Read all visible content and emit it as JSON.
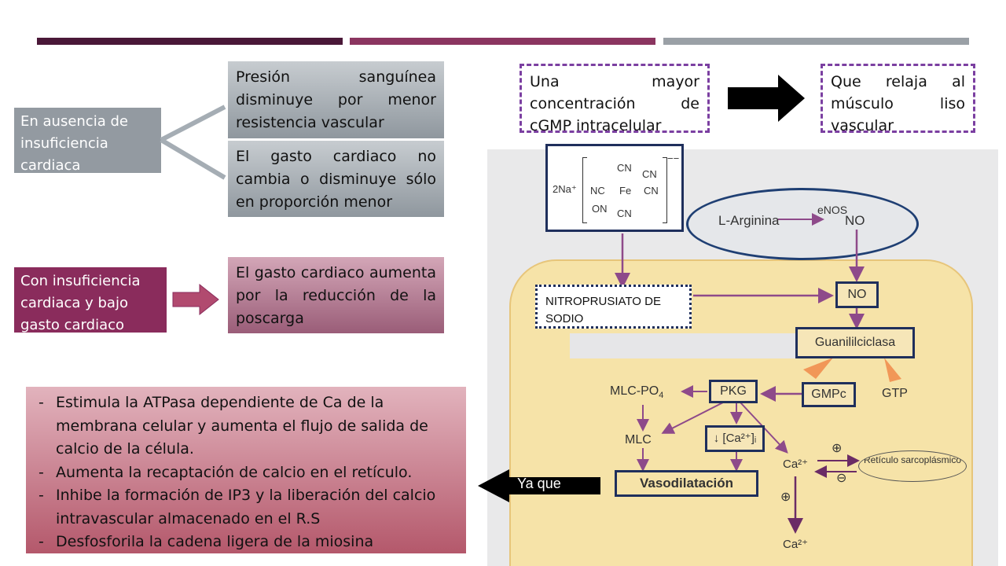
{
  "colors": {
    "bar_left": "#4a1838",
    "bar_mid": "#8b3560",
    "bar_right": "#9aa0a6",
    "grey_box": "#a9b0b6",
    "label_grey": "#939aa1",
    "label_maroon": "#8a2c5c",
    "dashed_border": "#7b3fa1",
    "navy_border": "#1f2f5c",
    "cell_fill": "#f6e3a8",
    "arrow_purple": "#8e4a8a"
  },
  "left": {
    "absence_label": "En ausencia de insuficiencia cardiaca",
    "pressure_box": "Presión sanguínea disminuye por menor resistencia vascular",
    "output_box": "El gasto cardiaco no cambia o disminuye sólo en proporción menor",
    "failure_label": "Con insuficiencia cardiaca y bajo gasto cardiaco",
    "increase_box": "El gasto cardiaco aumenta por la reducción de la poscarga",
    "mechanisms": [
      "Estimula la ATPasa dependiente de Ca de la membrana celular y aumenta el flujo de salida de calcio de la célula.",
      "Aumenta la recaptación de calcio en el retículo.",
      "Inhibe la formación de IP3 y la liberación del calcio intravascular almacenado en el R.S",
      "Desfosforila la cadena ligera de la miosina"
    ]
  },
  "top": {
    "cgmp_box": "Una mayor concentración de cGMP intracelular",
    "relax_box": "Que relaja al músculo liso vascular"
  },
  "diagram": {
    "formula_cn_top1": "CN",
    "formula_cn_top2": "CN",
    "formula_na": "2Na⁺",
    "formula_nc": "NC",
    "formula_fe": "Fe",
    "formula_cn_right": "CN",
    "formula_on": "ON",
    "formula_cn_bottom": "CN",
    "formula_charge": "−−",
    "l_arginina": "L-Arginina",
    "enos": "eNOS",
    "no_top": "NO",
    "nitroprusiato": "NITROPRUSIATO DE SODIO",
    "no_box": "NO",
    "guanilil": "Guanililciclasa",
    "mlc_po4": "MLC-PO",
    "mlc_po4_sub": "4",
    "pkg": "PKG",
    "gmpc": "GMPc",
    "gtp": "GTP",
    "mlc": "MLC",
    "ca_box": "↓ [Ca²⁺]ᵢ",
    "ca_mid": "Ca²⁺",
    "plus_top": "⊕",
    "minus": "⊖",
    "reticulo": "Retículo sarcoplásmico",
    "plus_bottom": "⊕",
    "vasodilatacion": "Vasodilatación",
    "ca_bottom": "Ca²⁺",
    "ya_que": "Ya que"
  }
}
